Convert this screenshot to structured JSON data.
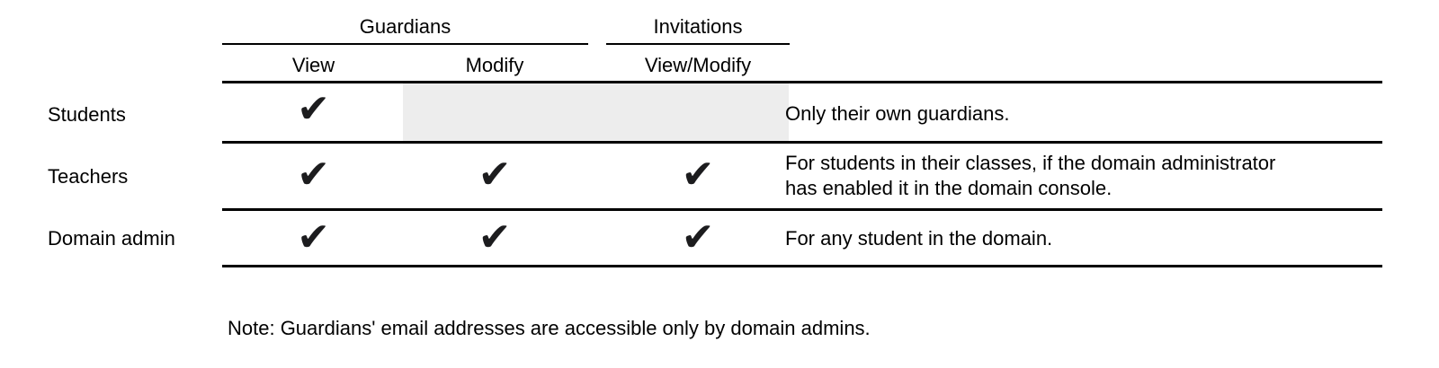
{
  "table": {
    "group_headers": [
      {
        "label": "Guardians"
      },
      {
        "label": "Invitations"
      }
    ],
    "column_headers": [
      "View",
      "Modify",
      "View/Modify"
    ],
    "rows": [
      {
        "label": "Students",
        "view": "✔",
        "modify": "",
        "view_modify": "",
        "note": "Only their own guardians."
      },
      {
        "label": "Teachers",
        "view": "✔",
        "modify": "✔",
        "view_modify": "✔",
        "note": "For students in their classes, if the domain administrator\nhas enabled it in the domain console."
      },
      {
        "label": "Domain admin",
        "view": "✔",
        "modify": "✔",
        "view_modify": "✔",
        "note": "For any student in the domain."
      }
    ],
    "footnote": "Note: Guardians' email addresses are accessible only by domain admins."
  },
  "icons": {
    "check": "✔"
  },
  "colors": {
    "text": "#000000",
    "check": "#1c1c1e",
    "rule": "#000000",
    "disabled_cell": "#ededed",
    "background": "#ffffff"
  }
}
